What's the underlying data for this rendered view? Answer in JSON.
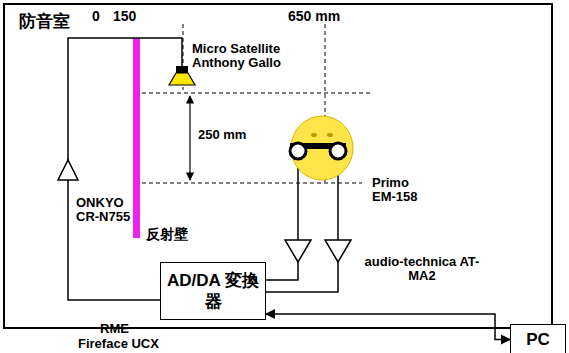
{
  "diagram": {
    "nodes": [
      {
        "text": [
          "防音室"
        ]
      },
      {
        "text": [
          "AD/DA 変換器"
        ],
        "in": 0
      },
      {
        "text": [
          "PC"
        ]
      }
    ],
    "edges": [
      {
        "from": 1,
        "to": 2,
        "arrow": "both"
      }
    ],
    "labels": [
      "0",
      "150",
      "650 mm",
      "Micro Satellite Anthony Gallo",
      "250 mm",
      "Primo EM-158",
      "ONKYO CR-N755",
      "反射壁",
      "audio-technica AT-MA2",
      "RME",
      "Fireface UCX"
    ]
  }
}
